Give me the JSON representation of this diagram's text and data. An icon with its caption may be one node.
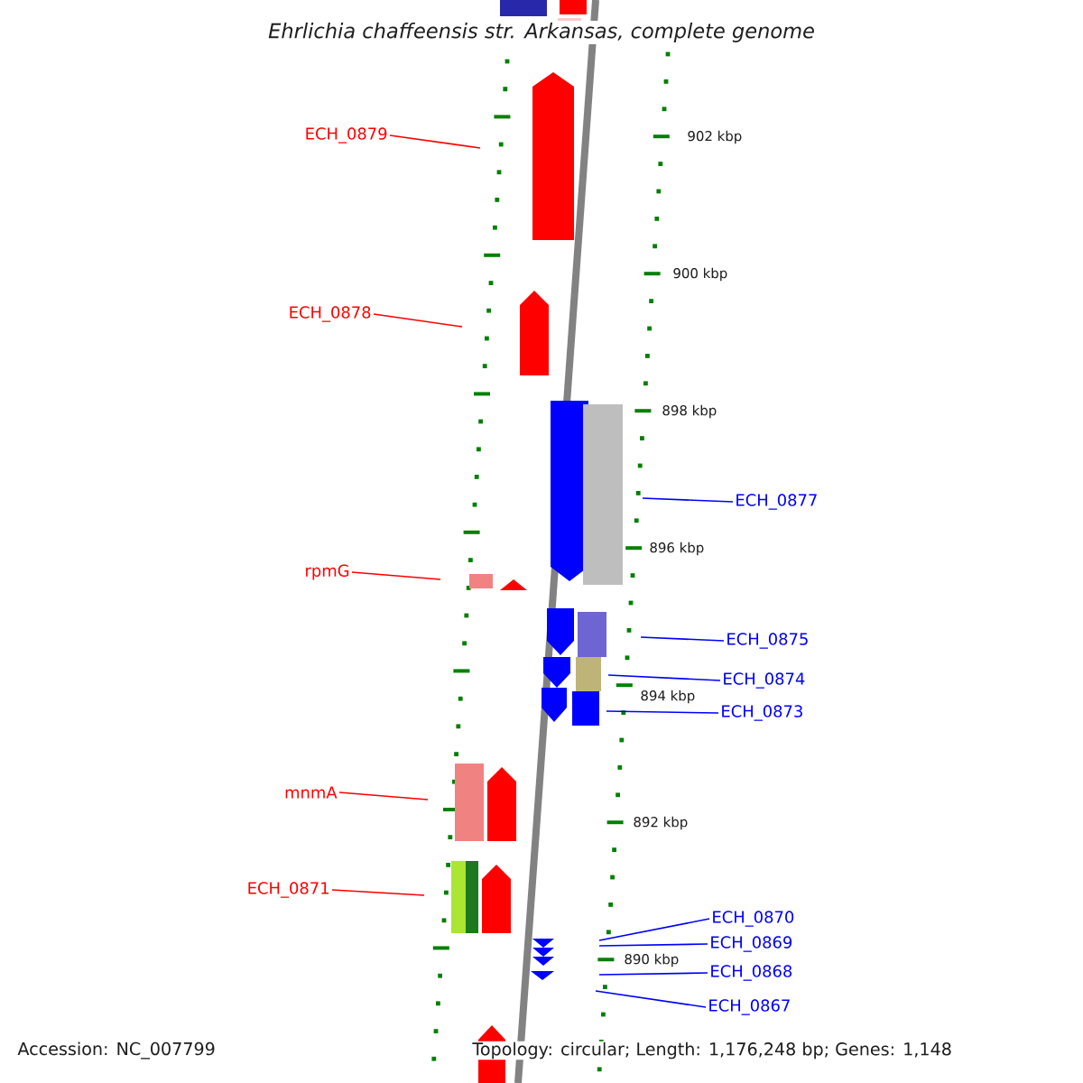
{
  "diagram": {
    "title": "Ehrlichia chaffeensis str. Arkansas, complete genome",
    "nodes": [
      {
        "text": [
          "ECH_0879"
        ]
      },
      {
        "text": [
          "ECH_0878"
        ]
      },
      {
        "text": [
          "rpmG"
        ]
      },
      {
        "text": [
          "mnmA"
        ]
      },
      {
        "text": [
          "ECH_0871"
        ]
      },
      {
        "text": [
          "ECH_0877"
        ]
      },
      {
        "text": [
          "ECH_0875"
        ]
      },
      {
        "text": [
          "ECH_0874"
        ]
      },
      {
        "text": [
          "ECH_0873"
        ]
      },
      {
        "text": [
          "ECH_0870"
        ]
      },
      {
        "text": [
          "ECH_0869"
        ]
      },
      {
        "text": [
          "ECH_0868"
        ]
      },
      {
        "text": [
          "ECH_0867"
        ]
      }
    ],
    "edges": [
      {
        "from": 0,
        "to": null,
        "arrow": "none",
        "color": "#ff0000"
      },
      {
        "from": 1,
        "to": null,
        "arrow": "none",
        "color": "#ff0000"
      },
      {
        "from": 2,
        "to": null,
        "arrow": "none",
        "color": "#ff0000"
      },
      {
        "from": 3,
        "to": null,
        "arrow": "none",
        "color": "#ff0000"
      },
      {
        "from": 4,
        "to": null,
        "arrow": "none",
        "color": "#ff0000"
      },
      {
        "from": 5,
        "to": null,
        "arrow": "none"
      },
      {
        "from": 6,
        "to": null,
        "arrow": "none"
      },
      {
        "from": 7,
        "to": null,
        "arrow": "none"
      },
      {
        "from": 8,
        "to": null,
        "arrow": "none"
      },
      {
        "from": 9,
        "to": null,
        "arrow": "none"
      },
      {
        "from": 10,
        "to": null,
        "arrow": "none"
      },
      {
        "from": 11,
        "to": null,
        "arrow": "none"
      },
      {
        "from": 12,
        "to": null,
        "arrow": "none"
      }
    ],
    "labels": [
      "902 kbp",
      "900 kbp",
      "898 kbp",
      "896 kbp",
      "894 kbp",
      "892 kbp",
      "890 kbp",
      "Accession: NC_007799",
      "Topology: circular; Length: 1,176,248 bp; Genes: 1,148"
    ]
  }
}
